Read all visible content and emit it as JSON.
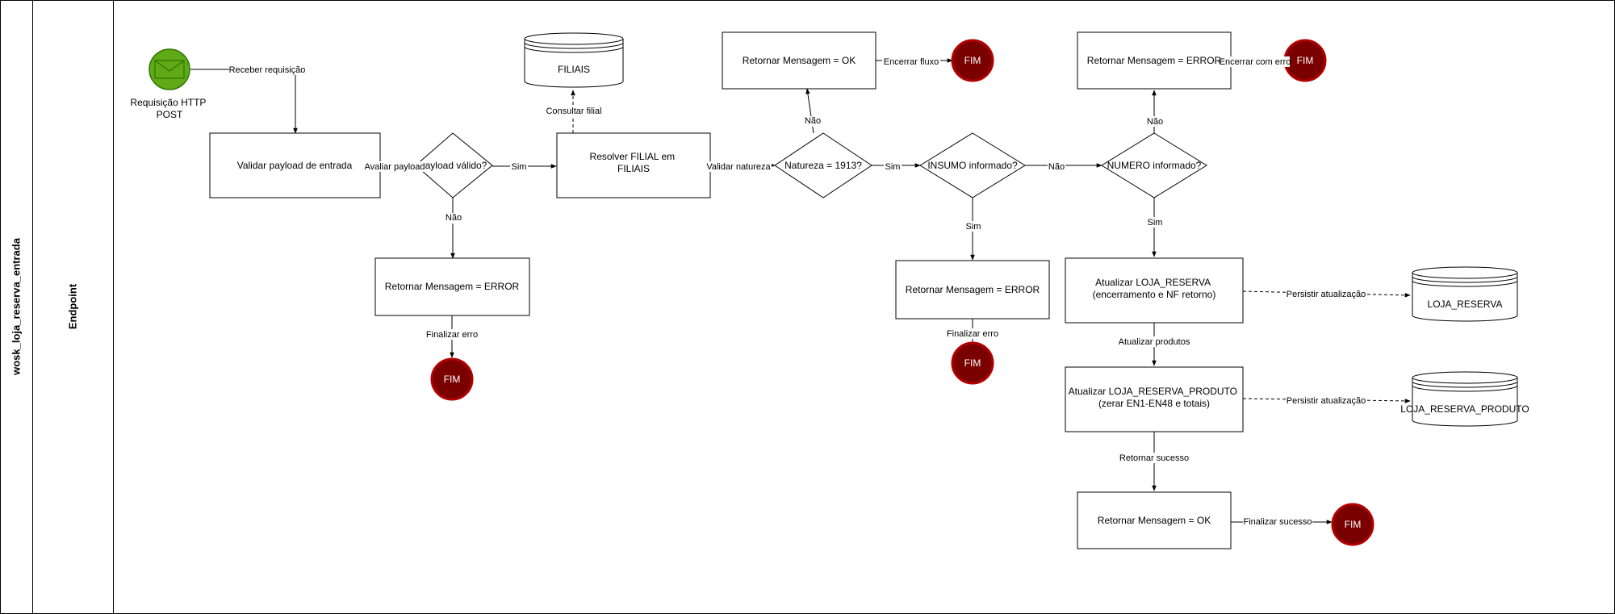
{
  "pool": {
    "title": "wosk_loja_reserva_entrada",
    "lane": "Endpoint"
  },
  "colors": {
    "start_fill": "#60a917",
    "start_stroke": "#2d7600",
    "end_fill": "#7a0000",
    "end_stroke": "#b20000"
  },
  "nodes": {
    "start_label": "Requisição HTTP POST",
    "validar_payload": "Validar payload de entrada",
    "payload_valido": "Payload válido?",
    "retornar_error_1": "Retornar Mensagem = ERROR",
    "fim_1": "FIM",
    "filiais_db": "FILIAIS",
    "resolver_filial": "Resolver FILIAL em FILIAIS",
    "natureza": "Natureza = 1913?",
    "retornar_ok_1": "Retornar Mensagem = OK",
    "fim_2": "FIM",
    "insumo": "INSUMO informado?",
    "retornar_error_2": "Retornar Mensagem = ERROR",
    "fim_3": "FIM",
    "numero": "NUMERO informado?",
    "retornar_error_3": "Retornar Mensagem = ERROR",
    "fim_4": "FIM",
    "atualizar_loja_reserva": "Atualizar LOJA_RESERVA (encerramento e NF retorno)",
    "loja_reserva_db": "LOJA_RESERVA",
    "atualizar_loja_reserva_produto": "Atualizar LOJA_RESERVA_PRODUTO (zerar EN1-EN48 e totais)",
    "loja_reserva_produto_db": "LOJA_RESERVA_PRODUTO",
    "retornar_ok_2": "Retornar Mensagem = OK",
    "fim_5": "FIM"
  },
  "edges": {
    "receber_requisicao": "Receber requisição",
    "avaliar_payload": "Avaliar payload",
    "sim_1": "Sim",
    "nao_1": "Não",
    "finalizar_erro_1": "Finalizar erro",
    "consultar_filial": "Consultar filial",
    "validar_natureza": "Validar natureza",
    "nao_2": "Não",
    "encerrar_fluxo": "Encerrar fluxo",
    "sim_2": "Sim",
    "sim_3": "Sim",
    "finalizar_erro_2": "Finalizar erro",
    "nao_3": "Não",
    "nao_4": "Não",
    "encerrar_com_erro": "Encerrar com erro",
    "sim_4": "Sim",
    "persistir_1": "Persistir atualização",
    "atualizar_produtos": "Atualizar produtos",
    "persistir_2": "Persistir atualização",
    "retornar_sucesso": "Retornar sucesso",
    "finalizar_sucesso": "Finalizar sucesso"
  }
}
